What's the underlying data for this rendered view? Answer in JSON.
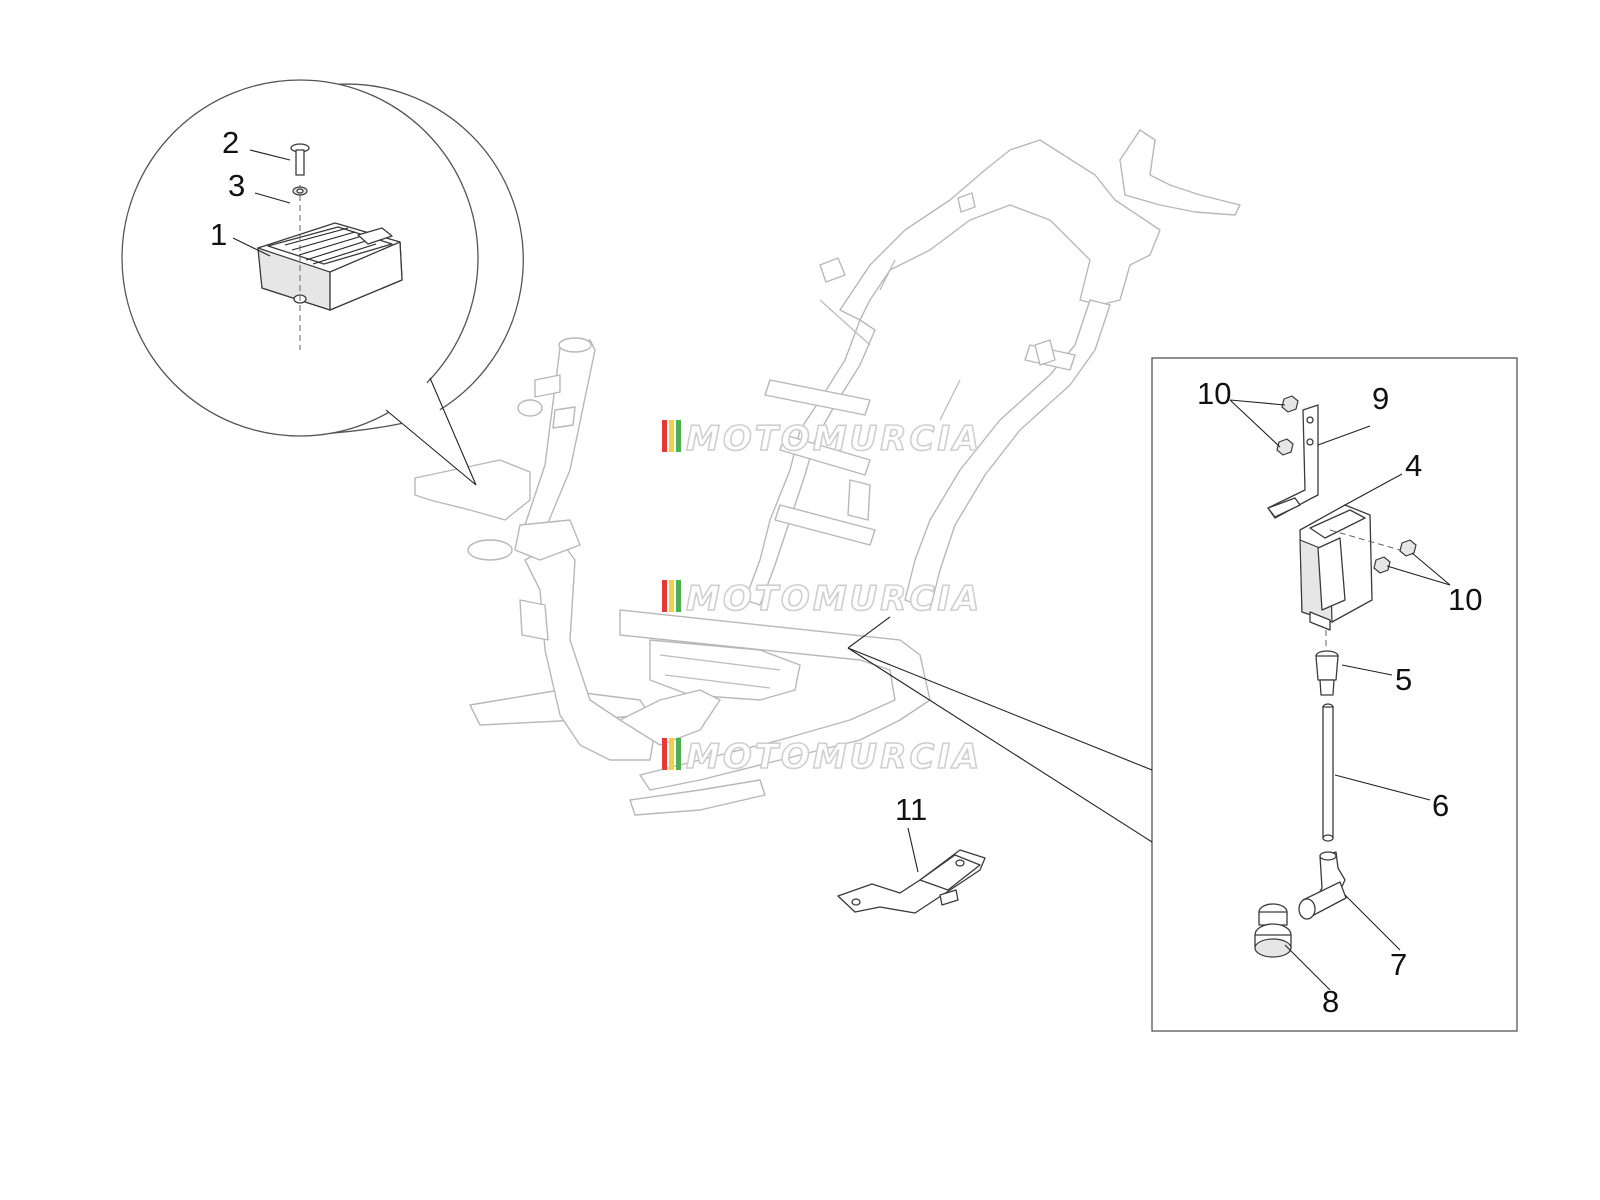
{
  "diagram": {
    "callouts": [
      {
        "id": "c1",
        "label": "1"
      },
      {
        "id": "c2",
        "label": "2"
      },
      {
        "id": "c3",
        "label": "3"
      },
      {
        "id": "c4",
        "label": "4"
      },
      {
        "id": "c5",
        "label": "5"
      },
      {
        "id": "c6",
        "label": "6"
      },
      {
        "id": "c7",
        "label": "7"
      },
      {
        "id": "c8",
        "label": "8"
      },
      {
        "id": "c9",
        "label": "9"
      },
      {
        "id": "c10a",
        "label": "10"
      },
      {
        "id": "c10b",
        "label": "10"
      },
      {
        "id": "c11",
        "label": "11"
      }
    ]
  },
  "watermark": {
    "text": "MOTOMURCIA",
    "stripe_colors": [
      "#e53935",
      "#f4d03f",
      "#4caf50"
    ]
  },
  "colors": {
    "frame_stroke": "#b8b8b8",
    "part_stroke": "#3a3a3a",
    "background": "#ffffff"
  }
}
